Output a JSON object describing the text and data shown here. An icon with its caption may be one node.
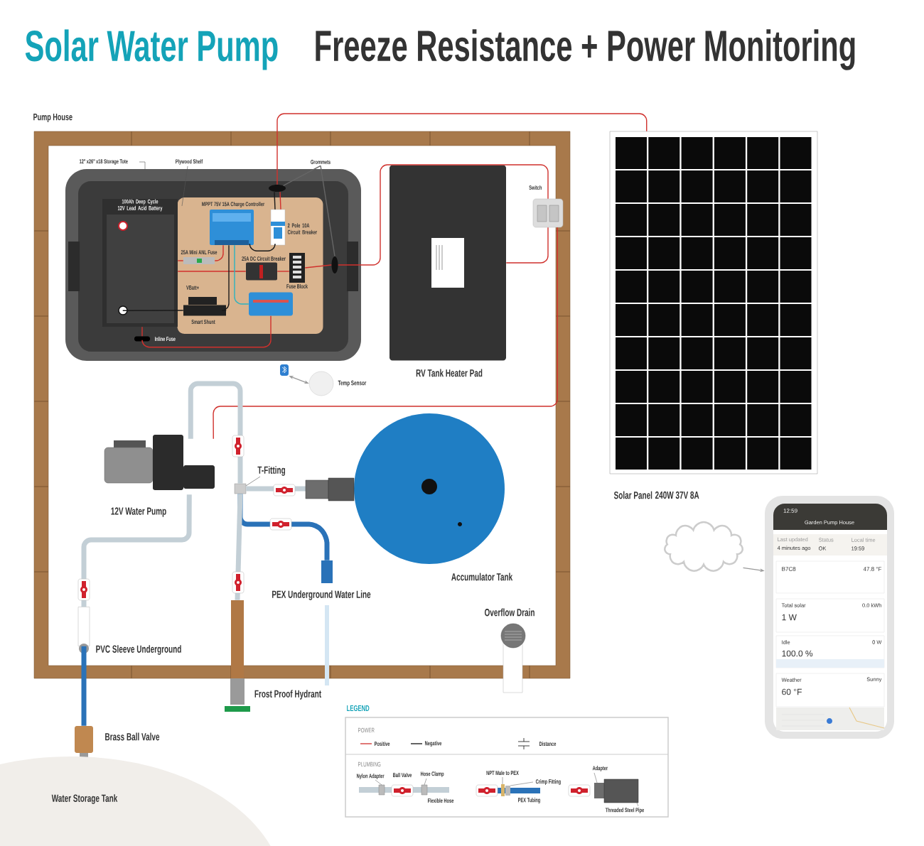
{
  "diagram": {
    "title": "Solar Water Pump",
    "nodes": [
      {
        "text": [
          "Pump House"
        ]
      },
      {
        "text": [
          "12\"x26\"x18 Storage Tote"
        ],
        "in": 0
      },
      {
        "text": [
          "Plywood Shelf"
        ],
        "in": 1
      },
      {
        "text": [
          "100Ah Deep Cycle 12V Lead Acid Battery"
        ],
        "in": 1
      },
      {
        "text": [
          "MPPT 75V 15A Charge Controller"
        ],
        "in": 2
      },
      {
        "text": [
          "2 Pole 10A Circuit Breaker"
        ],
        "in": 2
      },
      {
        "text": [
          "25A Mini ANL Fuse"
        ],
        "in": 2
      },
      {
        "text": [
          "25A DC Circuit Breaker"
        ],
        "in": 2
      },
      {
        "text": [
          "Fuse Block"
        ],
        "in": 2
      },
      {
        "text": [
          "VBatt+",
          "Smart Shunt"
        ],
        "in": 2
      },
      {
        "text": [],
        "shape": "box",
        "in": 2
      },
      {
        "text": [
          "Inline Fuse"
        ],
        "in": 1
      },
      {
        "text": [
          "Grommets"
        ],
        "in": 0
      },
      {
        "text": [],
        "shape": "circle",
        "in": 1
      },
      {
        "text": [],
        "shape": "circle",
        "in": 1
      },
      {
        "text": [
          "RV Tank Heater Pad"
        ],
        "in": 0
      },
      {
        "text": [
          "Switch"
        ],
        "in": 0
      },
      {
        "text": [],
        "shape": "picture",
        "in": 0
      },
      {
        "text": [
          "Temp Sensor"
        ],
        "in": 0
      },
      {
        "text": [
          "12V Water Pump"
        ],
        "in": 0
      },
      {
        "text": [
          "T-Fitting"
        ],
        "in": 0
      },
      {
        "text": [
          "Accumulator Tank"
        ],
        "in": 0
      },
      {
        "text": [
          "PEX Underground Water Line"
        ],
        "in": 0
      },
      {
        "text": [
          "Overflow Drain"
        ]
      },
      {
        "text": [
          "PVC Sleeve Underground"
        ],
        "in": 0
      },
      {
        "text": [
          "Frost Proof Hydrant"
        ]
      },
      {
        "text": [
          "Brass Ball Valve"
        ]
      },
      {
        "text": [
          "Water Storage Tank"
        ]
      },
      {
        "text": [
          "Solar Panel",
          "240W 37V 8A"
        ]
      },
      {
        "text": [],
        "shape": "cloud"
      },
      {
        "text": [
          "12:59",
          "Garden Pump House",
          "Last updated",
          "4 minutes ago",
          "Status",
          "OK",
          "Local time",
          "19:59",
          "B7C8",
          "47.8 °F",
          "Total solar",
          "0.0 kWh",
          "1 W",
          "Idle",
          "0 W",
          "100.0 %",
          "Weather",
          "Sunny",
          "60 °F"
        ]
      }
    ],
    "edges": [
      {
        "from": 28,
        "to": 13,
        "arrow": "none",
        "color": "#d0312d"
      },
      {
        "from": 14,
        "to": 16,
        "arrow": "none",
        "color": "#d0312d"
      },
      {
        "from": 16,
        "to": 15,
        "arrow": "none",
        "color": "#d0312d"
      },
      {
        "from": 16,
        "to": 19,
        "arrow": "none",
        "color": "#d0312d"
      },
      {
        "from": 12,
        "to": 13,
        "arrow": "none",
        "color": "#666666"
      },
      {
        "from": 12,
        "to": 14,
        "arrow": "none",
        "color": "#666666"
      },
      {
        "from": 17,
        "to": 18,
        "arrow": "both",
        "color": "#999999"
      },
      {
        "from": 24,
        "to": 19,
        "arrow": "none",
        "style": "thick",
        "color": "#c3cfd6"
      },
      {
        "from": 19,
        "to": 20,
        "arrow": "none",
        "style": "thick",
        "color": "#c3cfd6"
      },
      {
        "from": 20,
        "to": 21,
        "arrow": "none",
        "style": "thick",
        "color": "#c3cfd6"
      },
      {
        "from": 20,
        "to": 22,
        "arrow": "none",
        "style": "thick",
        "color": "#2a72b8"
      },
      {
        "from": 20,
        "to": 25,
        "arrow": "none",
        "style": "thick",
        "color": "#c3cfd6"
      },
      {
        "from": 29,
        "to": 30,
        "arrow": "to",
        "color": "#999999"
      },
      {
        "from": 26,
        "to": 24,
        "arrow": "none",
        "style": "thick",
        "color": "#2a72b8"
      },
      {
        "from": 3,
        "to": 6,
        "arrow": "none",
        "color": "#d0312d"
      },
      {
        "from": 3,
        "to": 7,
        "arrow": "none",
        "color": "#d0312d"
      },
      {
        "from": 6,
        "to": 4,
        "arrow": "none",
        "color": "#d0312d"
      },
      {
        "from": 7,
        "to": 8,
        "arrow": "none",
        "color": "#d0312d"
      },
      {
        "from": 3,
        "to": 9,
        "arrow": "none",
        "color": "#1a1a1a"
      },
      {
        "from": 9,
        "to": 4,
        "arrow": "none",
        "color": "#1a1a1a"
      },
      {
        "from": 4,
        "to": 5,
        "arrow": "none",
        "color": "#1a1a1a"
      },
      {
        "from": 4,
        "to": 10,
        "arrow": "none",
        "color": "#2bb3c0"
      },
      {
        "from": 3,
        "to": 11,
        "arrow": "none",
        "color": "#d0312d"
      },
      {
        "from": 11,
        "to": 10,
        "arrow": "none",
        "color": "#d0312d"
      },
      {
        "from": 13,
        "to": 5,
        "arrow": "none",
        "color": "#1a1a1a"
      },
      {
        "from": 13,
        "to": 5,
        "arrow": "none",
        "color": "#d0312d"
      },
      {
        "from": 8,
        "to": 14,
        "arrow": "none",
        "color": "#d0312d"
      }
    ],
    "labels": [
      "Freeze Resistance + Power Monitoring",
      "LEGEND",
      "POWER",
      "PLUMBING",
      "Nylon Adapter",
      "Ball Valve",
      "Hose Clamp",
      "Flexible Hose",
      "NPT Male to PEX",
      "Crimp Fitting",
      "PEX Tubing",
      "Adapter",
      "Threaded Steel Pipe"
    ],
    "legend": [
      {
        "text": "Positive"
      },
      {
        "text": "Negative"
      },
      {
        "text": "Distance"
      }
    ]
  }
}
